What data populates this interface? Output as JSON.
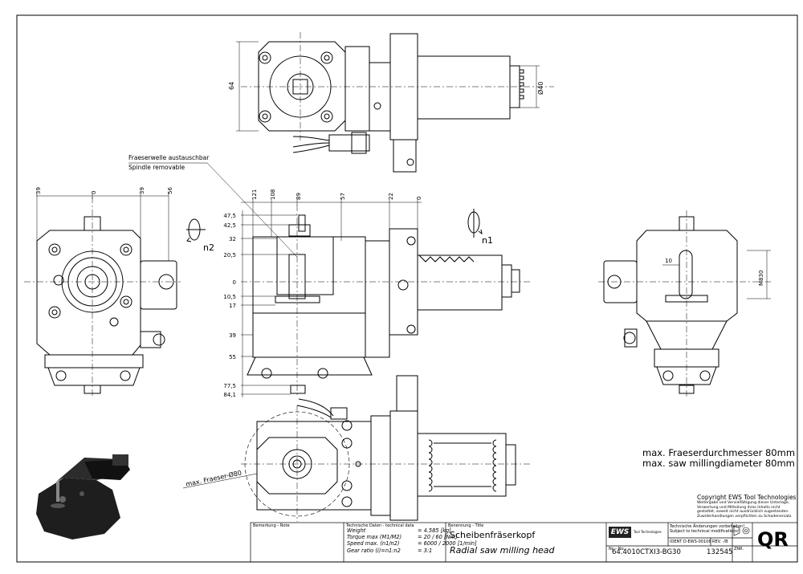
{
  "callouts": {
    "spindle_de": "Fraeserwelle austauschbar",
    "spindle_en": "Spindle removable",
    "saw_dia": "max. Fraeser-Ø80",
    "rot_n2": "n2",
    "rot_n1": "n1",
    "max_de": "max. Fraeserdurchmesser 80mm",
    "max_en": "max. saw millingdiameter 80mm"
  },
  "dims": {
    "top_64": "64",
    "top_d40": "Ø40",
    "left_39a": "39",
    "left_0": "0",
    "left_39b": "39",
    "left_56": "56",
    "mid_121": "121",
    "mid_108": "108",
    "mid_89": "89",
    "mid_57": "57",
    "mid_22": "22",
    "mid_0": "0",
    "v_475": "47,5",
    "v_425": "42,5",
    "v_32": "32",
    "v_205": "20,5",
    "v_0": "0",
    "v_105": "10,5",
    "v_17": "17",
    "v_39": "39",
    "v_55": "55",
    "v_775": "77,5",
    "v_841": "84,1",
    "right_10": "10",
    "right_m830": "M830"
  },
  "copyright": {
    "title": "Copyright EWS Tool Technologies",
    "l1": "Weitergabe und Vervielfältigung dieser Unterlage,",
    "l2": "Verwertung und Mitteilung ihres Inhalts nicht",
    "l3": "gestattet, soweit nicht ausdrücklich zugestanden.",
    "l4": "Zuwiderhandlungen verpflichten zu Schadenersatz."
  },
  "titleblock": {
    "bem_label": "Bemerkung - Note",
    "tech_label": "Technische Daten - technical data",
    "ben_label": "Benennung - Title",
    "nr_label": "Nr. - No.",
    "changes1": "Technische Änderungen vorbehalten!",
    "changes2": "Subject to technical modifications!",
    "ident": "IDENT  D-EWS-00108",
    "rev": "REV.  -/B",
    "drawno_label": "ZNR.",
    "ews_logo": "EWS",
    "ews_small": "Tool Technologies",
    "tech_rows": [
      {
        "k": "Weight",
        "v": "=  4.585 [kg]"
      },
      {
        "k": "Torque max (M1/M2)",
        "v": "=  20 / 60 [Nm]"
      },
      {
        "k": "Speed max. (n1/n2)",
        "v": "=  6000 / 2000 [1/min]"
      },
      {
        "k": "Gear ratio  (i)=n1:n2",
        "v": "=  3:1"
      }
    ],
    "title_de": "Scheibenfräserkopf",
    "title_en": "Radial saw milling head",
    "part_no": "64.4010CTXI3-BG30",
    "drawing_no": "132545",
    "qr": "QR"
  }
}
